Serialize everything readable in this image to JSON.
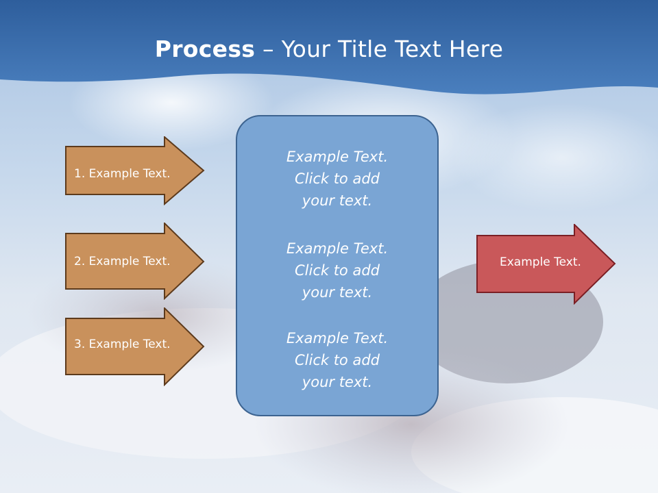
{
  "slide": {
    "title_bold": "Process",
    "title_rest": " – Your Title Text Here"
  },
  "left_arrows": [
    {
      "label": "1. Example Text."
    },
    {
      "label": "2. Example Text."
    },
    {
      "label": "3. Example Text."
    }
  ],
  "center_box": {
    "items": [
      {
        "text": "Example Text.\nClick  to add\nyour text."
      },
      {
        "text": "Example Text.\nClick  to add\nyour text."
      },
      {
        "text": "Example Text.\nClick  to add\nyour text."
      }
    ]
  },
  "right_arrow": {
    "label": "Example Text."
  },
  "colors": {
    "header_blue": "#3b6fb0",
    "left_arrow_fill": "#c9915c",
    "left_arrow_border": "#5c3a1c",
    "right_arrow_fill": "#c9585a",
    "right_arrow_border": "#7a1f24",
    "center_box_fill": "#7aa5d4",
    "center_box_border": "#3c6390"
  }
}
